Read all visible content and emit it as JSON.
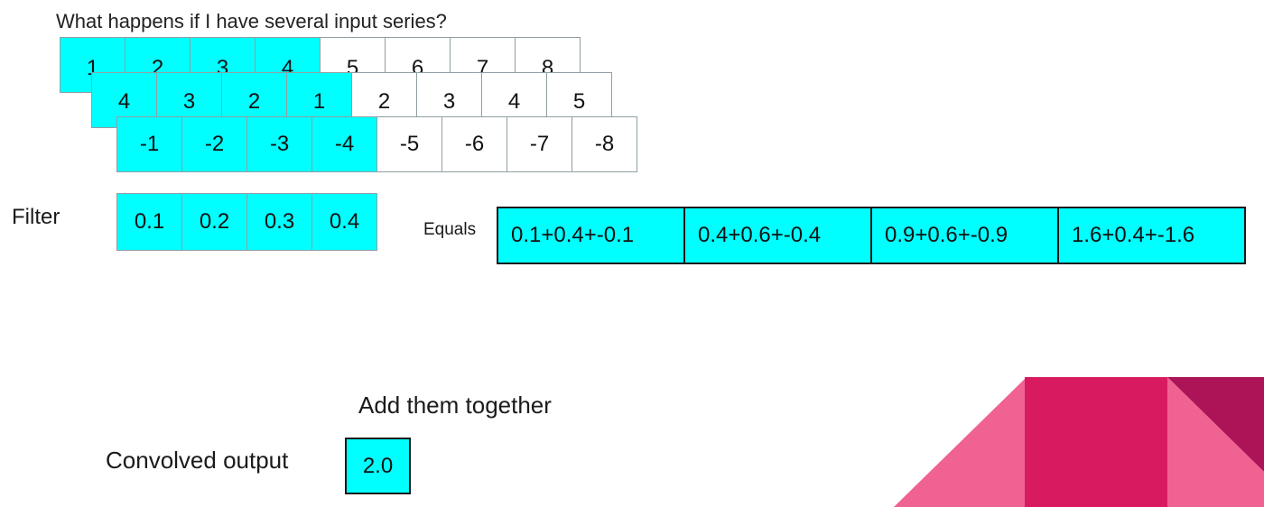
{
  "title": "What happens if I have several input series?",
  "series": [
    {
      "values": [
        "1",
        "2",
        "3",
        "4",
        "5",
        "6",
        "7",
        "8"
      ],
      "highlighted": 4
    },
    {
      "values": [
        "4",
        "3",
        "2",
        "1",
        "2",
        "3",
        "4",
        "5"
      ],
      "highlighted": 4
    },
    {
      "values": [
        "-1",
        "-2",
        "-3",
        "-4",
        "-5",
        "-6",
        "-7",
        "-8"
      ],
      "highlighted": 4
    }
  ],
  "filter": {
    "label": "Filter",
    "values": [
      "0.1",
      "0.2",
      "0.3",
      "0.4"
    ]
  },
  "equals": {
    "label": "Equals",
    "values": [
      "0.1+0.4+-0.1",
      "0.4+0.6+-0.4",
      "0.9+0.6+-0.9",
      "1.6+0.4+-1.6"
    ]
  },
  "add_label": "Add them together",
  "output": {
    "label": "Convolved output",
    "value": "2.0"
  },
  "colors": {
    "highlight": "#00ffff",
    "decoration_pink": "#f06292",
    "decoration_dark": "#d81b60"
  }
}
